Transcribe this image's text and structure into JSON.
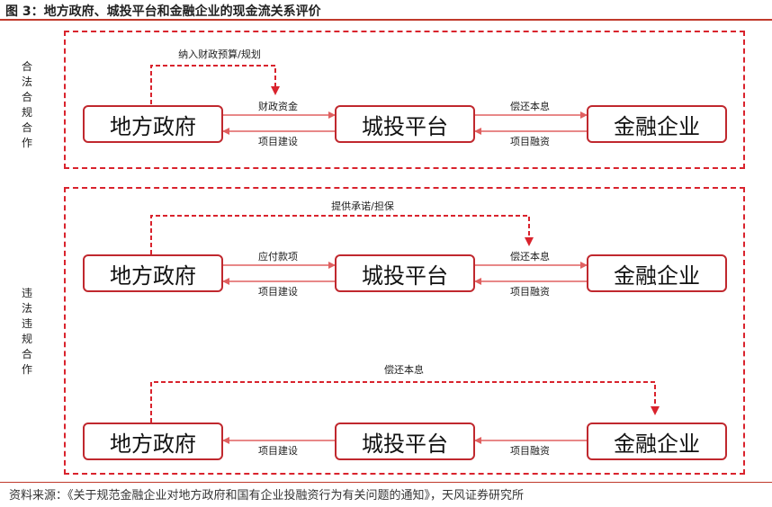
{
  "figure": {
    "title": "图 3：地方政府、城投平台和金融企业的现金流关系评价",
    "source": "资料来源：《关于规范金融企业对地方政府和国有企业投融资行为有关问题的通知》，天风证券研究所"
  },
  "sections": {
    "legal": {
      "label": "合法合规合作"
    },
    "illegal": {
      "label": "违法违规合作"
    }
  },
  "nodes": {
    "gov": "地方政府",
    "platform": "城投平台",
    "finance": "金融企业"
  },
  "flows": {
    "legal": {
      "dashed": "纳入财政预算/规划",
      "gov_to_platform": "财政资金",
      "platform_to_gov": "项目建设",
      "platform_to_finance": "偿还本息",
      "finance_to_platform": "项目融资"
    },
    "illegal1": {
      "dashed": "提供承诺/担保",
      "gov_to_platform": "应付款项",
      "platform_to_gov": "项目建设",
      "platform_to_finance": "偿还本息",
      "finance_to_platform": "项目融资"
    },
    "illegal2": {
      "dashed": "偿还本息",
      "platform_to_gov": "项目建设",
      "finance_to_platform": "项目融资"
    }
  },
  "colors": {
    "accent": "#d9232d",
    "box_border": "#c0282e",
    "arrow": "#e06060"
  }
}
